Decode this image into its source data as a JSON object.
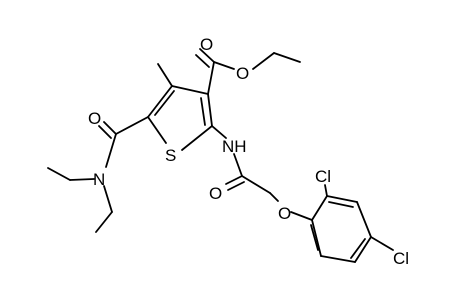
{
  "structure": {
    "atoms": {
      "O_carbonyl_ester": "O",
      "O_ester": "O",
      "O_amide_left": "O",
      "N_amide_left": "N",
      "S_ring": "S",
      "NH": "NH",
      "O_amide_right": "O",
      "O_ether": "O",
      "Cl_ortho": "Cl",
      "Cl_para": "Cl"
    },
    "colors": {
      "bond": "#000000",
      "label": "#000000",
      "background": "#ffffff"
    }
  }
}
